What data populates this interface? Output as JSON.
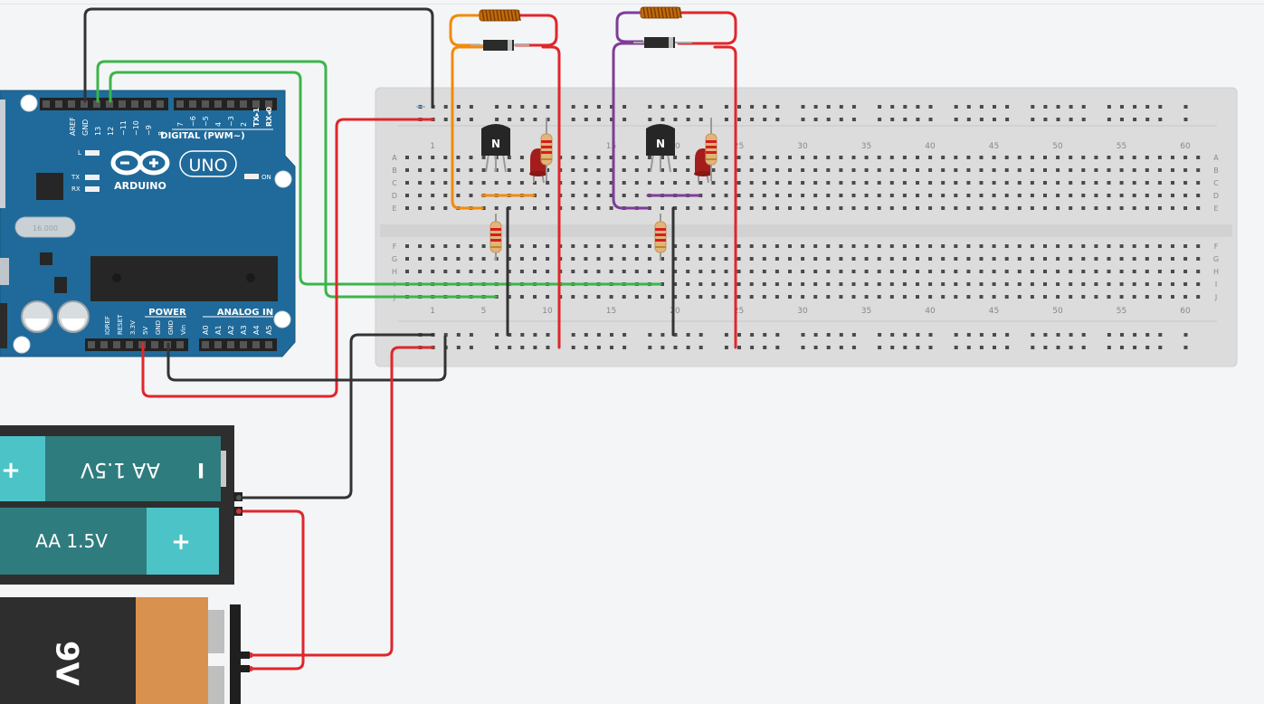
{
  "arduino": {
    "logo_text": "ARDUINO",
    "model": "UNO",
    "digital_label": "DIGITAL (PWM~)",
    "power_label": "POWER",
    "analog_label": "ANALOG IN",
    "on_label": "ON",
    "l_label": "L",
    "tx_label": "TX",
    "rx_label": "RX",
    "digital_pins": [
      "AREF",
      "GND",
      "13",
      "12",
      "~11",
      "~10",
      "~9",
      "8",
      "7",
      "~6",
      "~5",
      "4",
      "~3",
      "2",
      "TX▸1",
      "RX◂0"
    ],
    "power_pins": [
      "IOREF",
      "RESET",
      "3.3V",
      "5V",
      "GND",
      "GND",
      "Vin"
    ],
    "analog_pins": [
      "A0",
      "A1",
      "A2",
      "A3",
      "A4",
      "A5"
    ],
    "crystal_label": "16.000"
  },
  "breadboard": {
    "row_letters_top": [
      "A",
      "B",
      "C",
      "D",
      "E"
    ],
    "row_letters_bottom": [
      "F",
      "G",
      "H",
      "I",
      "J"
    ],
    "column_numbers": [
      "1",
      "5",
      "10",
      "15",
      "20",
      "25",
      "30",
      "35",
      "40",
      "45",
      "50",
      "55",
      "60"
    ]
  },
  "components": {
    "transistor_label": "N",
    "battery_top_label": "AA 1.5V",
    "battery_top_minus": "I",
    "battery_top_plus": "+",
    "battery_bottom_label": "AA 1.5V",
    "battery_bottom_plus": "+",
    "battery_9v_label": "9V"
  },
  "colors": {
    "arduino_board": "#1f6a9a",
    "breadboard": "#dedede",
    "wire_red": "#e0262b",
    "wire_black": "#333333",
    "wire_green": "#3bb54a",
    "wire_orange": "#f28a0c",
    "wire_purple": "#7e3d97",
    "battery_teal": "#2f7c7e",
    "battery_9v_orange": "#d9914f"
  }
}
